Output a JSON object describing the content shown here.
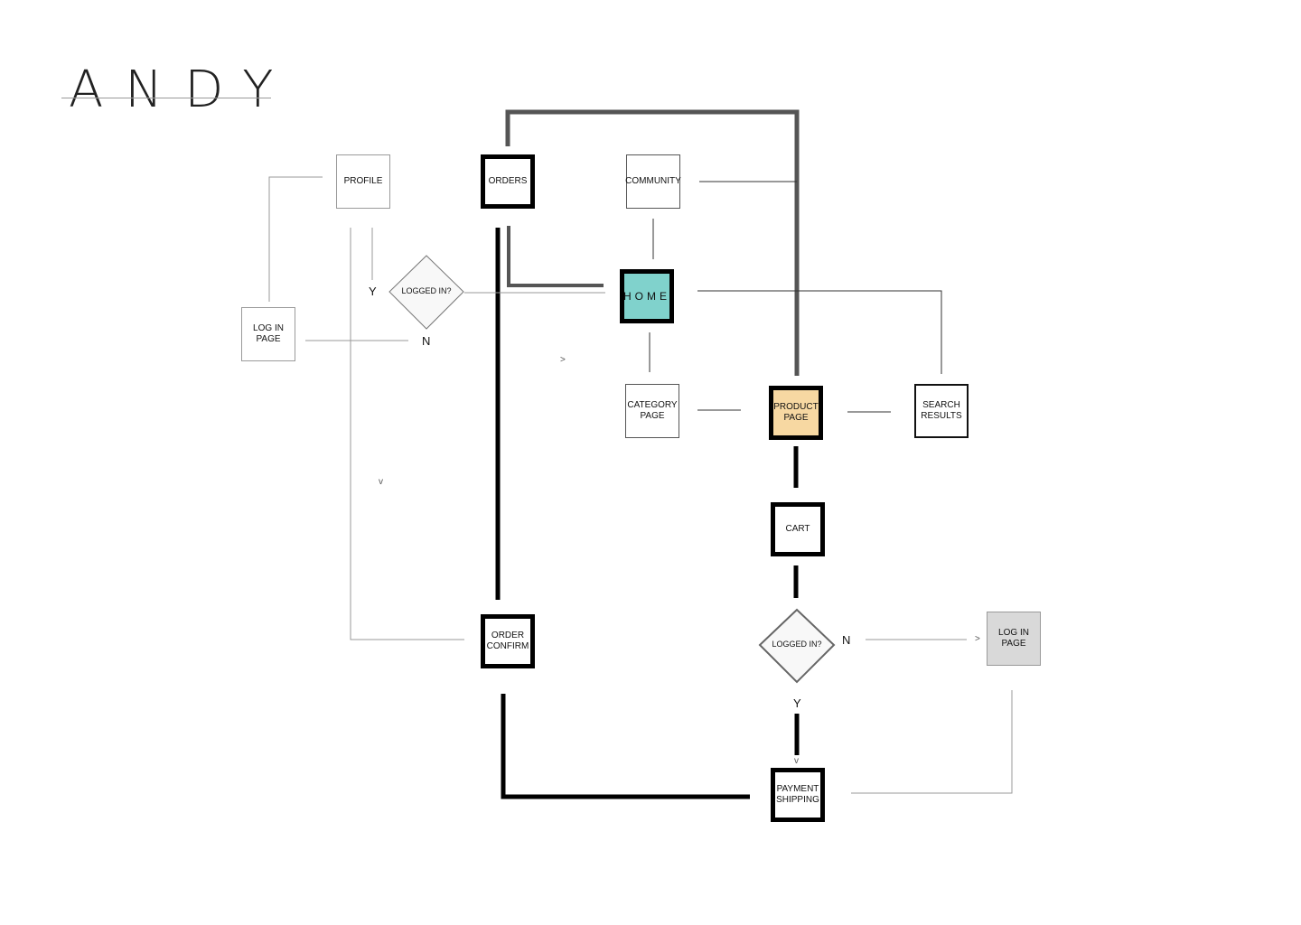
{
  "brand": {
    "name": "ANDY"
  },
  "nodes": {
    "profile": "PROFILE",
    "orders": "ORDERS",
    "community": "COMMUNITY",
    "home": "HOME",
    "login_left_line1": "LOG IN",
    "login_left_line2": "PAGE",
    "category_line1": "CATEGORY",
    "category_line2": "PAGE",
    "product_line1": "PRODUCT",
    "product_line2": "PAGE",
    "search_line1": "SEARCH",
    "search_line2": "RESULTS",
    "cart": "CART",
    "order_confirm_line1": "ORDER",
    "order_confirm_line2": "CONFIRM",
    "login_right_line1": "LOG IN",
    "login_right_line2": "PAGE",
    "payment_line1": "PAYMENT",
    "payment_line2": "SHIPPING"
  },
  "decisions": {
    "left": {
      "label": "LOGGED IN?",
      "yes": "Y",
      "no": "N"
    },
    "right": {
      "label": "LOGGED IN?",
      "yes": "Y",
      "no": "N"
    }
  },
  "markers": {
    "right_arrow": ">",
    "down_arrow": "v"
  },
  "colors": {
    "home": "#80d2cc",
    "product": "#f7d8a2",
    "login_gray": "#d9d9d9"
  }
}
